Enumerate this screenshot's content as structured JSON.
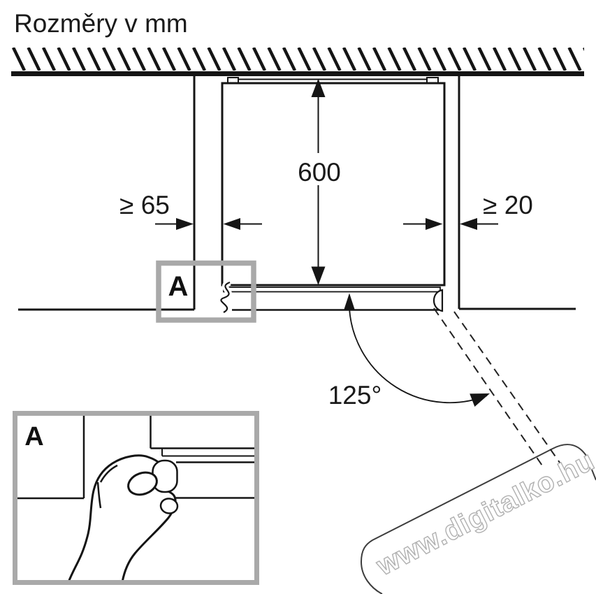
{
  "title": "Rozměry v mm",
  "dimensions": {
    "depth": "600",
    "left_clearance": "≥ 65",
    "right_clearance": "≥ 20",
    "door_opening_angle": "125°"
  },
  "detail": {
    "marker_label": "A",
    "inset_label": "A"
  },
  "watermark": "www.digitalko.hu",
  "colors": {
    "line": "#1a1a1a",
    "callout_gray": "#a9a9a9",
    "watermark_gray": "#b0b0b0",
    "background": "#ffffff"
  }
}
